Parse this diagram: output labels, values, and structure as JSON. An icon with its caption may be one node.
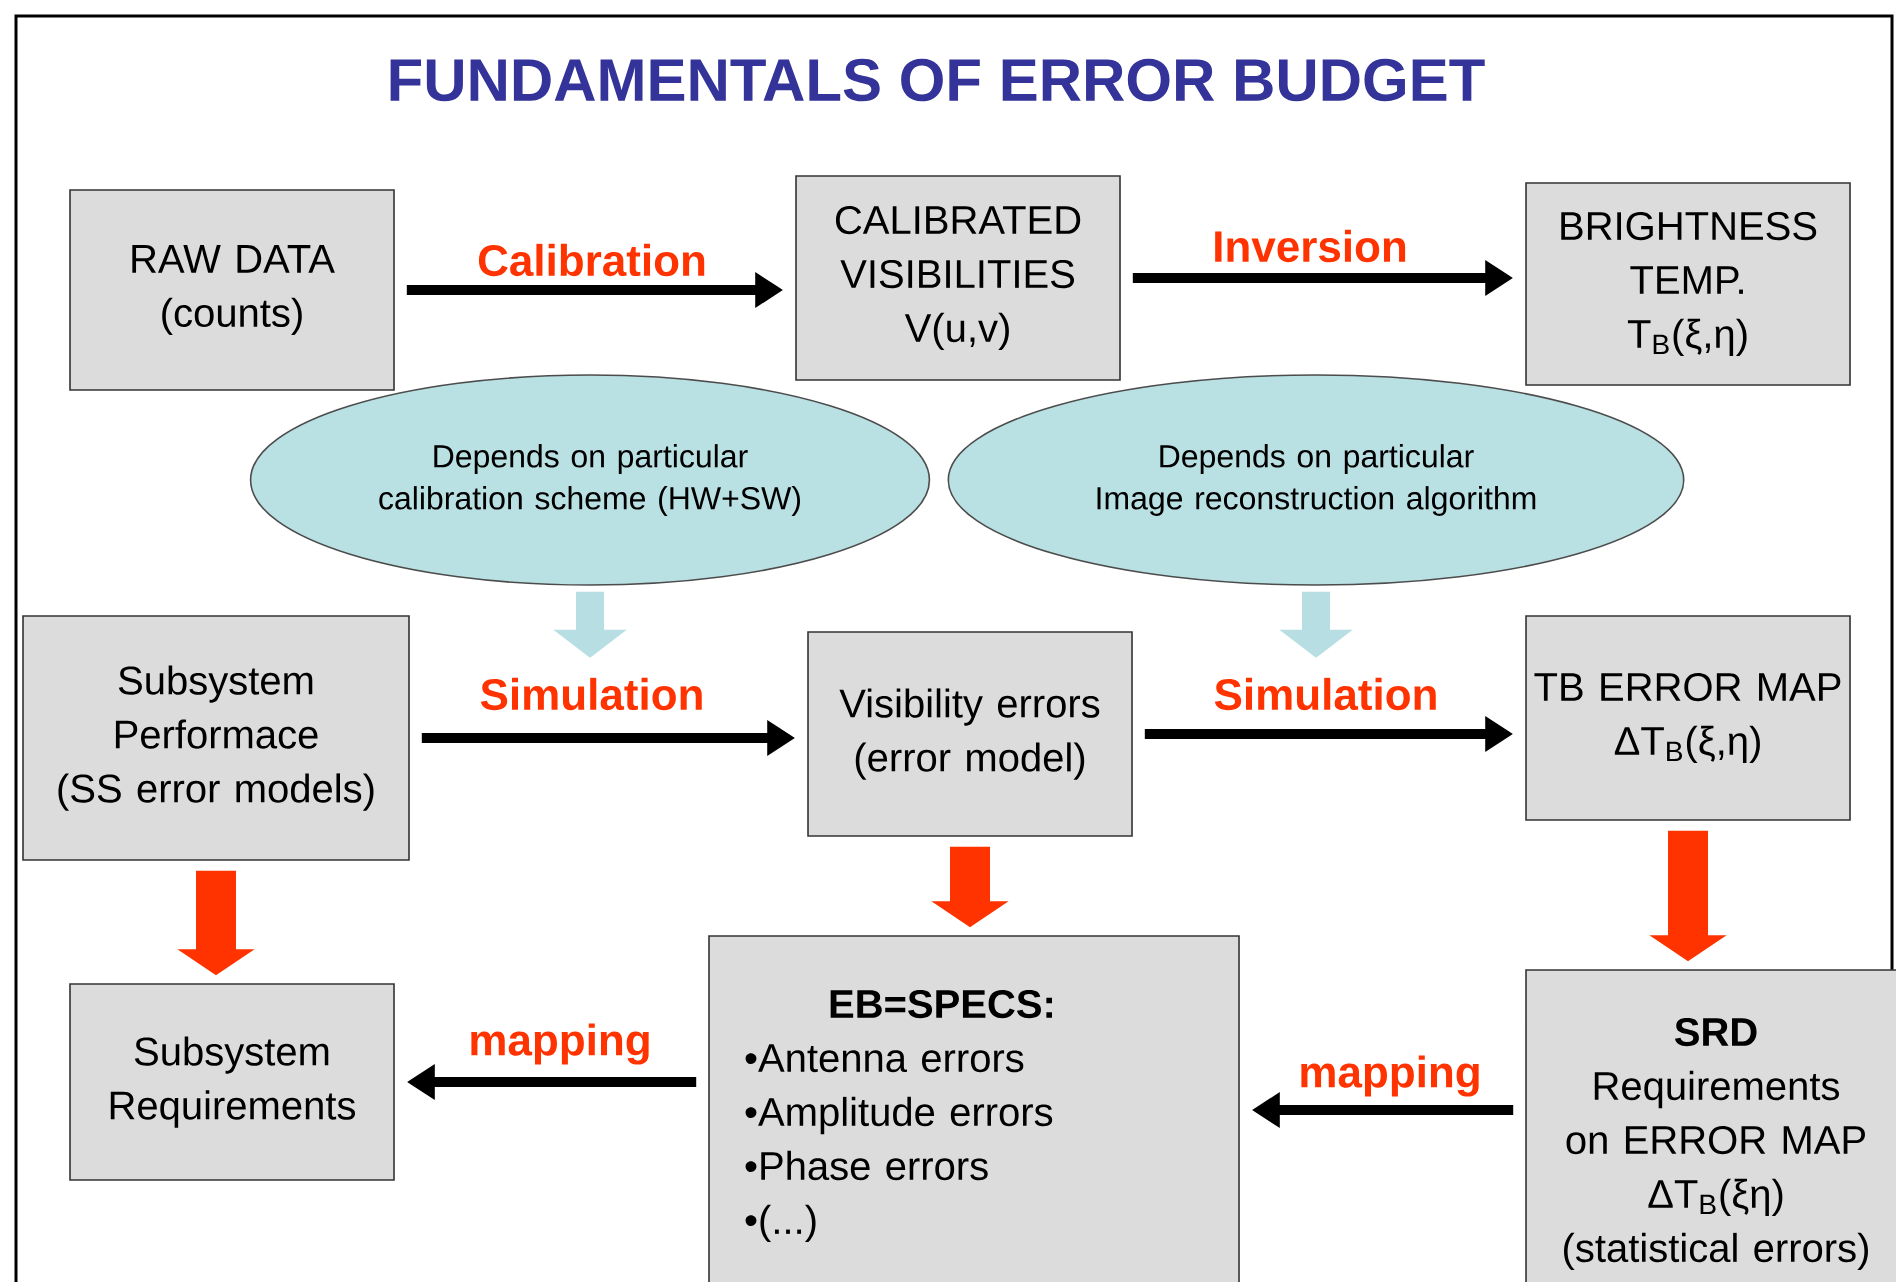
{
  "diagram": {
    "title": "FUNDAMENTALS OF ERROR BUDGET",
    "nodes": [
      {
        "text": [
          "RAW DATA (counts)"
        ]
      },
      {
        "text": [
          "CALIBRATED VISIBILITIES",
          "V(u,v)"
        ]
      },
      {
        "text": [
          "BRIGHTNESS TEMP.",
          "T$_{B}$(ξ,η)"
        ]
      },
      {
        "text": [
          "Depends on particular",
          "calibration scheme (HW+SW)"
        ]
      },
      {
        "text": [
          "Depends on particular",
          "Image reconstruction algorithm"
        ]
      },
      {
        "text": [
          "Subsystem Performace",
          "(SS error models)"
        ]
      },
      {
        "text": [
          "Visibility errors",
          "(error model)"
        ]
      },
      {
        "text": [
          "TB ERROR MAP",
          "ΔT$_{B}$(ξ,η)"
        ]
      },
      {
        "text": [
          "Subsystem Requirements"
        ]
      },
      {
        "text": [
          "EB=SPECS:",
          "•Antenna errors",
          "•Amplitude errors",
          "•Phase errors",
          "•(...)"
        ]
      },
      {
        "text": [
          "SRD",
          "Requirements on ERROR MAP",
          "ΔT$_{B}$(ξη)",
          "(statistical errors)"
        ]
      }
    ],
    "edges": [
      {
        "from": 0,
        "to": 1,
        "arrow": "to",
        "label": "Calibration"
      },
      {
        "from": 1,
        "to": 2,
        "arrow": "to",
        "label": "Inversion"
      },
      {
        "from": 5,
        "to": 6,
        "arrow": "to",
        "label": "Simulation"
      },
      {
        "from": 6,
        "to": 7,
        "arrow": "to",
        "label": "Simulation"
      },
      {
        "from": 9,
        "to": 8,
        "arrow": "to",
        "label": "mapping"
      },
      {
        "from": 10,
        "to": 9,
        "arrow": "to",
        "label": "mapping"
      },
      {
        "from": 3,
        "to": null,
        "arrow": "to",
        "style": "thick",
        "color": "#b7dfe3"
      },
      {
        "from": 4,
        "to": null,
        "arrow": "to",
        "style": "thick",
        "color": "#b7dfe3"
      },
      {
        "from": 5,
        "to": 8,
        "arrow": "to",
        "style": "thick",
        "color": "#ff3300"
      },
      {
        "from": 6,
        "to": 9,
        "arrow": "to",
        "style": "thick",
        "color": "#ff3300"
      },
      {
        "from": 7,
        "to": 10,
        "arrow": "to",
        "style": "thick",
        "color": "#ff3300"
      }
    ]
  }
}
